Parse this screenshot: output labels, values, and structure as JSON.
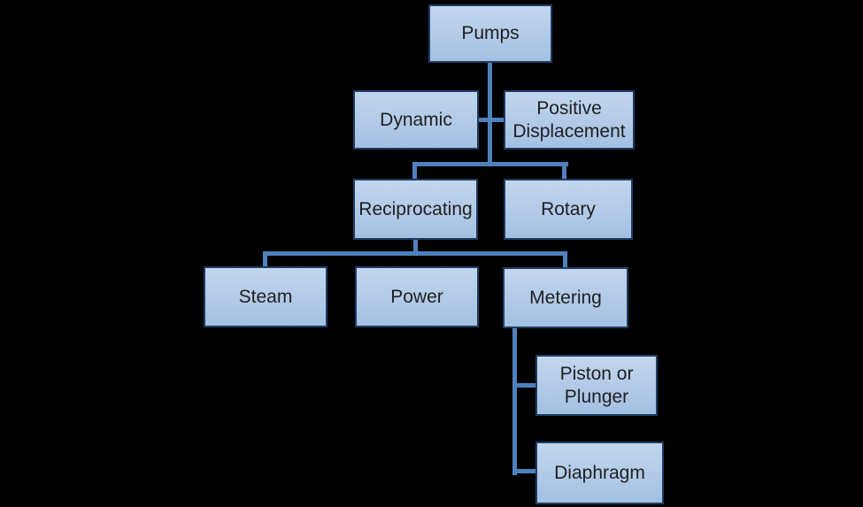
{
  "colors": {
    "background": "#000000",
    "connector": "#4f81bd",
    "box_border": "#1f3c61",
    "box_fill_top": "#c2d6ee",
    "box_fill_bottom": "#a3c0e2",
    "box_text": "#1f1f1f"
  },
  "diagram": {
    "type": "hierarchy",
    "title": "",
    "nodes": [
      {
        "id": "pumps",
        "label": "Pumps",
        "parent": null
      },
      {
        "id": "dynamic",
        "label": "Dynamic",
        "parent": "pumps"
      },
      {
        "id": "positive-displacement",
        "label": "Positive Displacement",
        "parent": "pumps"
      },
      {
        "id": "reciprocating",
        "label": "Reciprocating",
        "parent": "positive-displacement"
      },
      {
        "id": "rotary",
        "label": "Rotary",
        "parent": "positive-displacement"
      },
      {
        "id": "steam",
        "label": "Steam",
        "parent": "reciprocating"
      },
      {
        "id": "power",
        "label": "Power",
        "parent": "reciprocating"
      },
      {
        "id": "metering",
        "label": "Metering",
        "parent": "reciprocating"
      },
      {
        "id": "piston-or-plunger",
        "label": "Piston or Plunger",
        "parent": "metering"
      },
      {
        "id": "diaphragm",
        "label": "Diaphragm",
        "parent": "metering"
      }
    ]
  }
}
